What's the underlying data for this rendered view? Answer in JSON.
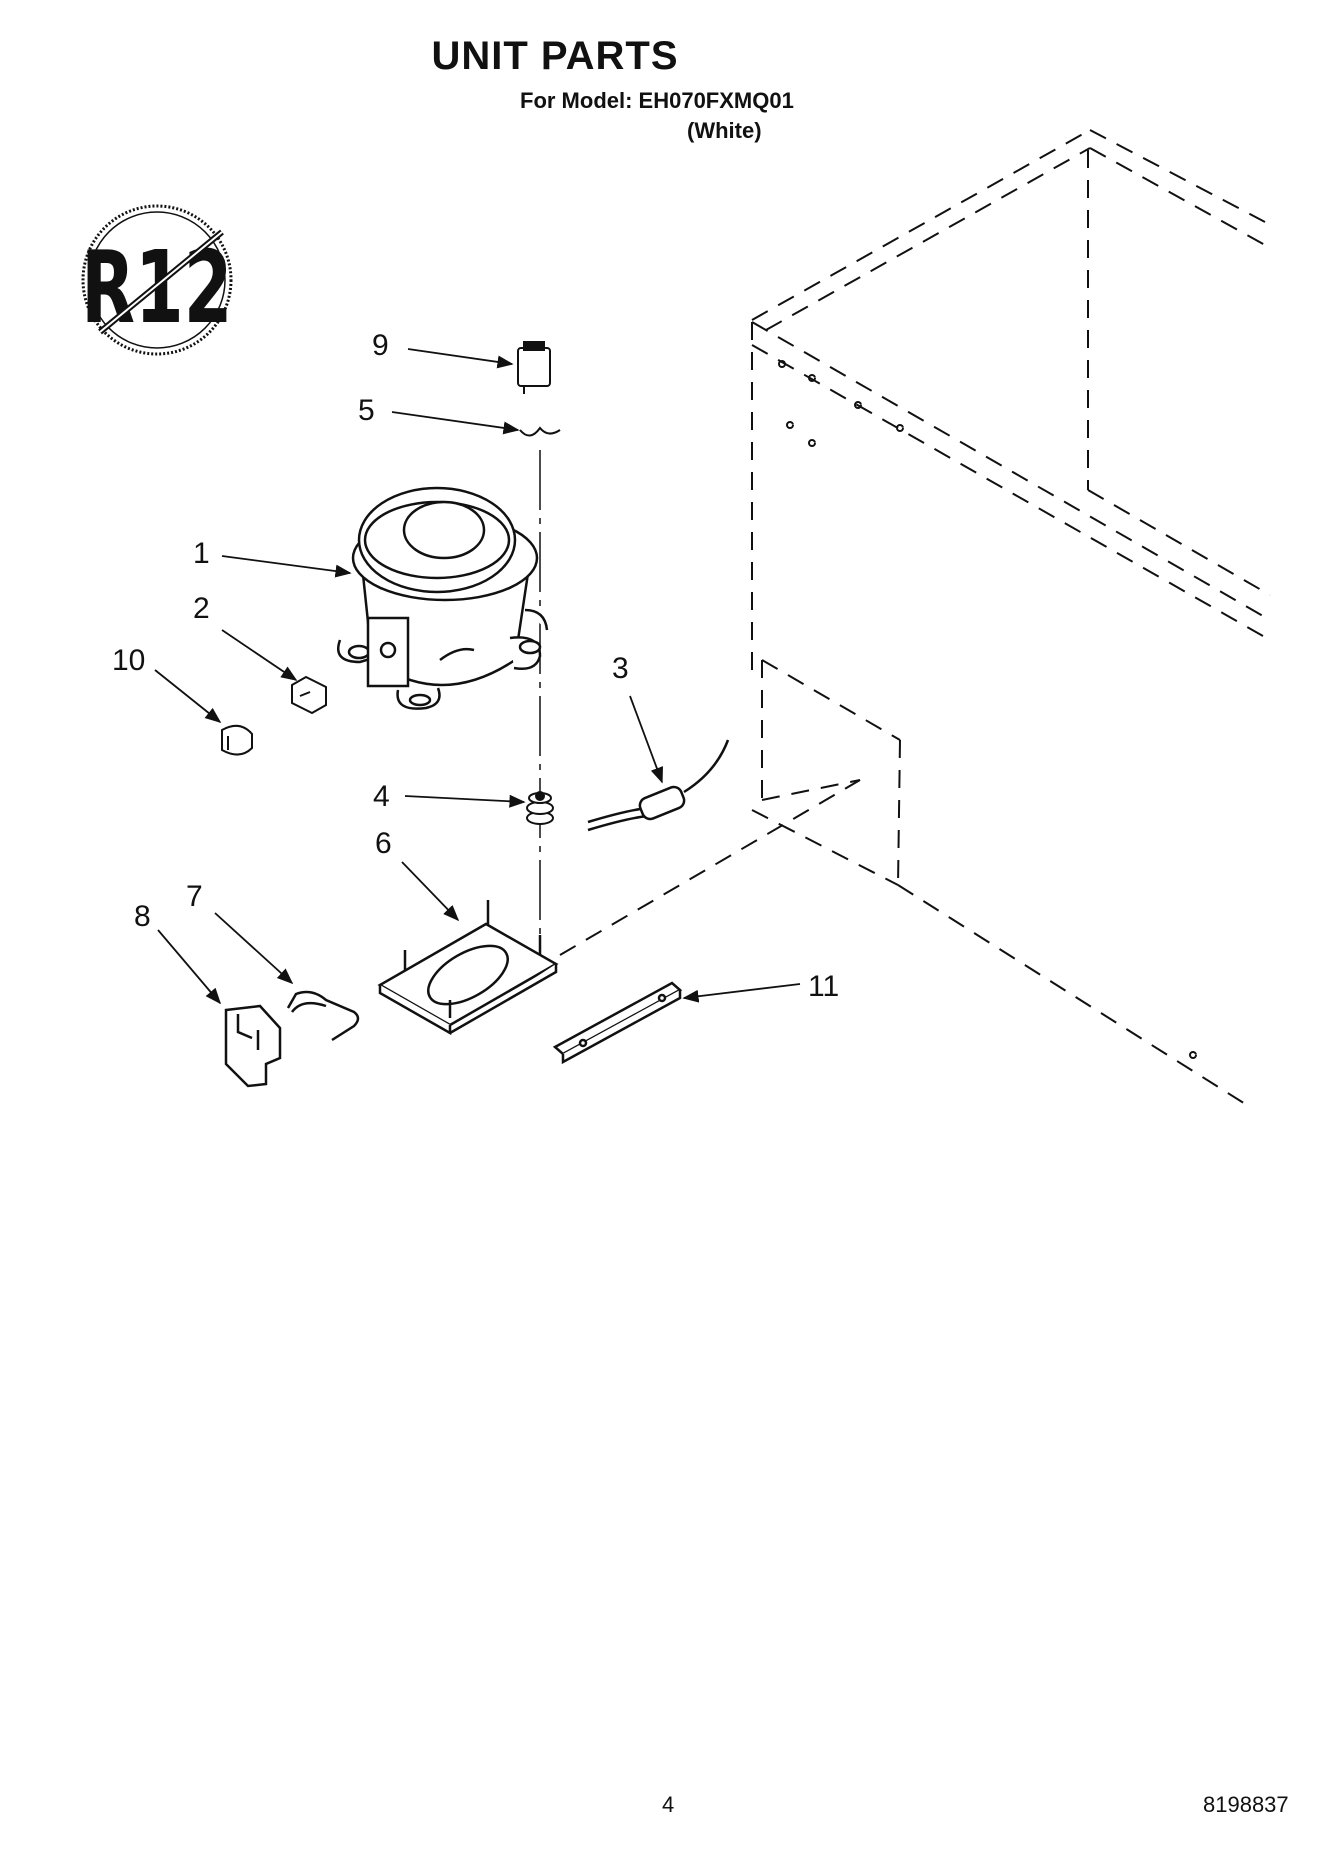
{
  "header": {
    "title": "UNIT PARTS",
    "model_line": "For Model: EH070FXMQ01",
    "color_line": "(White)"
  },
  "badge": {
    "text": "R12",
    "meaning": "no-R12 refrigerant symbol"
  },
  "callouts": [
    {
      "id": "1",
      "label": "1"
    },
    {
      "id": "2",
      "label": "2"
    },
    {
      "id": "3",
      "label": "3"
    },
    {
      "id": "4",
      "label": "4"
    },
    {
      "id": "5",
      "label": "5"
    },
    {
      "id": "6",
      "label": "6"
    },
    {
      "id": "7",
      "label": "7"
    },
    {
      "id": "8",
      "label": "8"
    },
    {
      "id": "9",
      "label": "9"
    },
    {
      "id": "10",
      "label": "10"
    },
    {
      "id": "11",
      "label": "11"
    }
  ],
  "footer": {
    "page_number": "4",
    "document_number": "8198837"
  }
}
